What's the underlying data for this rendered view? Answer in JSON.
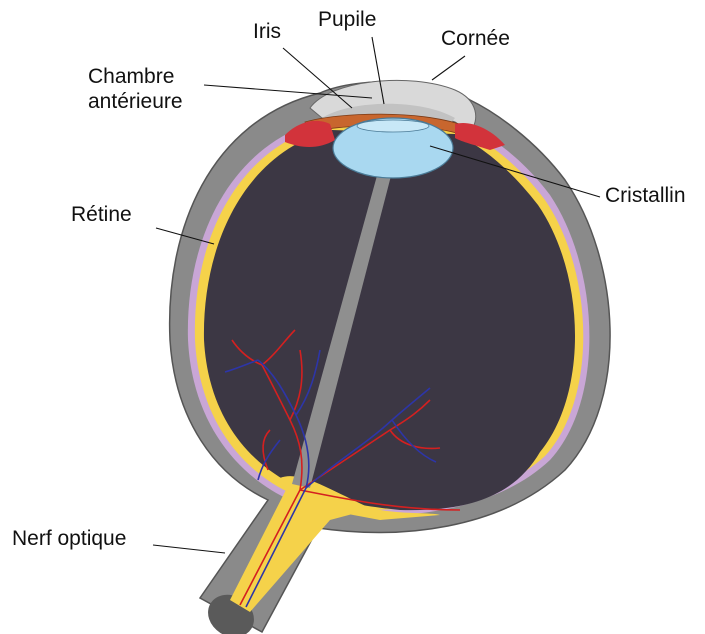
{
  "labels": {
    "iris": "Iris",
    "pupile": "Pupile",
    "cornee": "Cornée",
    "chambre_line1": "Chambre",
    "chambre_line2": "antérieure",
    "cristallin": "Cristallin",
    "retine": "Rétine",
    "nerf_optique": "Nerf optique"
  },
  "colors": {
    "sclera": "#8a8a8a",
    "sclera_dark": "#4f4f4f",
    "interior": "#3c3744",
    "retina_yellow": "#f5d24a",
    "choroid_purple": "#c9a6d6",
    "lens": "#a9d8f0",
    "iris": "#c8662e",
    "ciliary": "#d2333b",
    "cornea": "#d9d9d9",
    "vessel_red": "#d42020",
    "vessel_blue": "#2d35a8",
    "hyaloid": "#8f8f8f"
  }
}
